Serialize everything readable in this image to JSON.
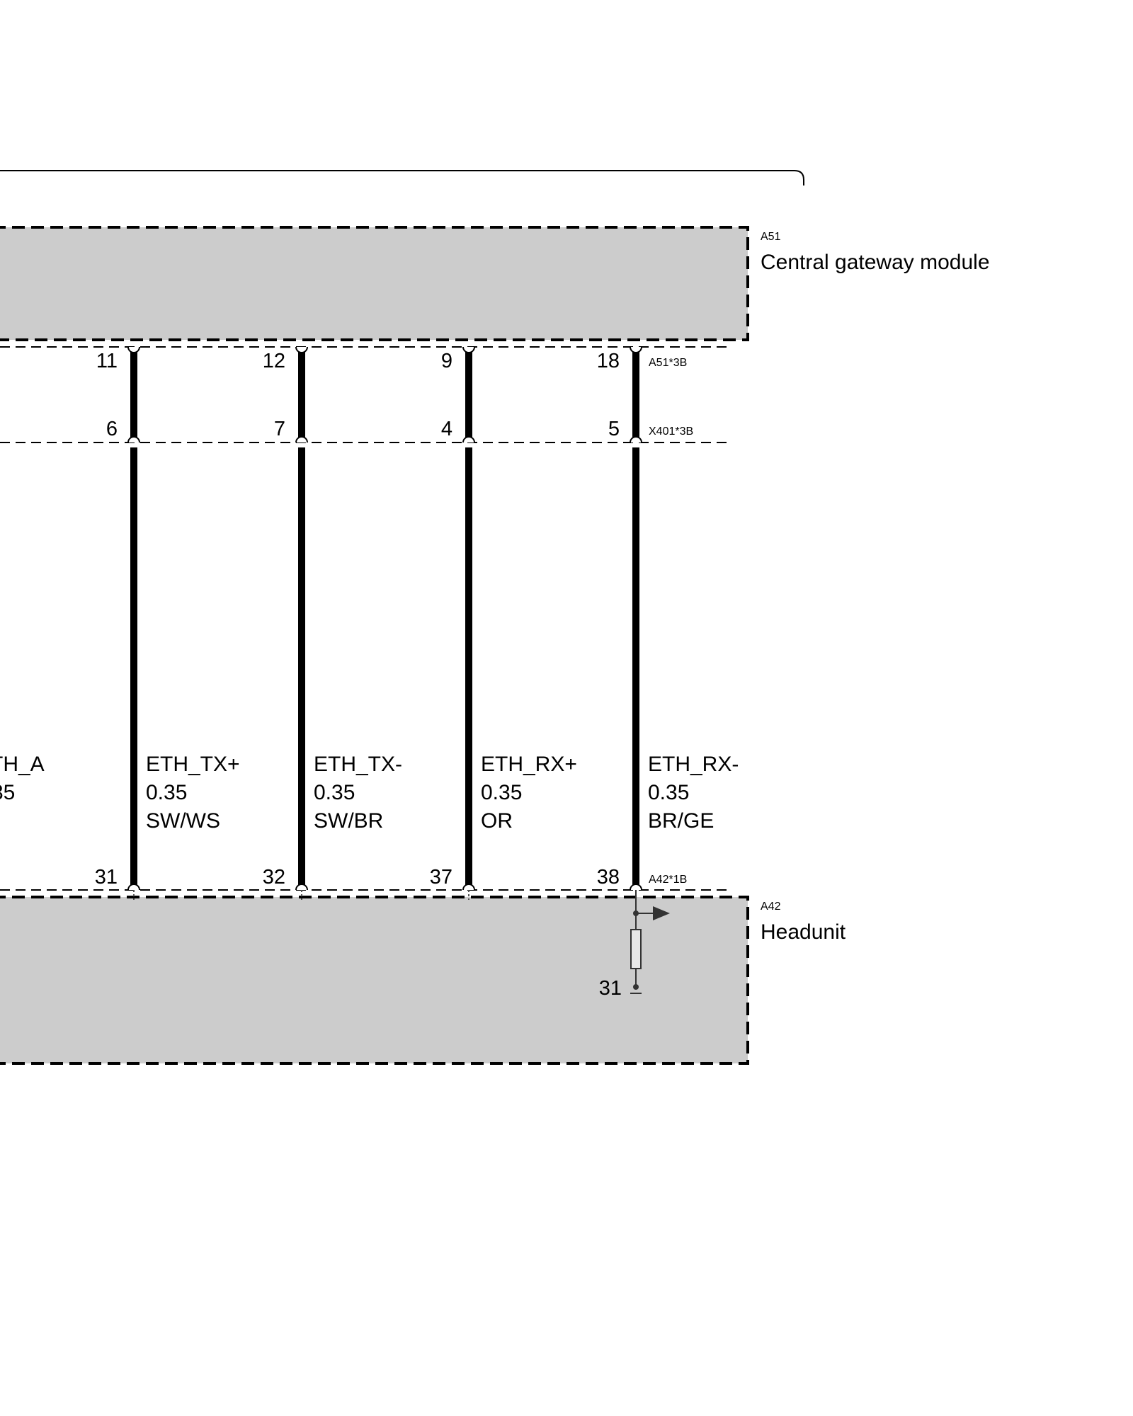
{
  "modules": {
    "gateway": {
      "code": "A51",
      "name": "Central gateway module"
    },
    "headunit": {
      "code": "A42",
      "name": "Headunit"
    }
  },
  "connectors": {
    "gateway_connector": "A51*3B",
    "inline_connector": "X401*3B",
    "headunit_connector": "A42*1B"
  },
  "partial_wire": {
    "lines": [
      "TH_A",
      "35",
      "-"
    ]
  },
  "wires": [
    {
      "signal": "ETH_TX+",
      "size": "0.35",
      "color": "SW/WS",
      "pin_gateway": "11",
      "pin_inline": "6",
      "pin_headunit": "31"
    },
    {
      "signal": "ETH_TX-",
      "size": "0.35",
      "color": "SW/BR",
      "pin_gateway": "12",
      "pin_inline": "7",
      "pin_headunit": "32"
    },
    {
      "signal": "ETH_RX+",
      "size": "0.35",
      "color": "OR",
      "pin_gateway": "9",
      "pin_inline": "4",
      "pin_headunit": "37"
    },
    {
      "signal": "ETH_RX-",
      "size": "0.35",
      "color": "BR/GE",
      "pin_gateway": "18",
      "pin_inline": "5",
      "pin_headunit": "38"
    }
  ],
  "ground": {
    "label": "31"
  },
  "colors": {
    "module_fill": "#cccccc",
    "line": "#000000"
  }
}
